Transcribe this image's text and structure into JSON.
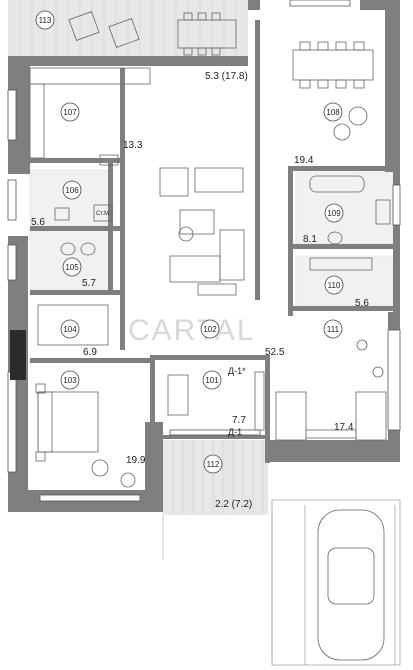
{
  "watermark": "CARTAL",
  "rooms": [
    {
      "id": "r113",
      "number": "113",
      "area": "5.3 (17.8)"
    },
    {
      "id": "r107",
      "number": "107",
      "area": "13.3"
    },
    {
      "id": "r108",
      "number": "108",
      "area": "19.4"
    },
    {
      "id": "r106",
      "number": "106",
      "area": "5.6"
    },
    {
      "id": "r105",
      "number": "105",
      "area": "5.7"
    },
    {
      "id": "r109",
      "number": "109",
      "area": "8.1"
    },
    {
      "id": "r110",
      "number": "110",
      "area": "5.6"
    },
    {
      "id": "r104",
      "number": "104",
      "area": "6.9"
    },
    {
      "id": "r102",
      "number": "102",
      "area": "52.5"
    },
    {
      "id": "r111",
      "number": "111",
      "area": "17.4"
    },
    {
      "id": "r103",
      "number": "103",
      "area": "19.9"
    },
    {
      "id": "r101",
      "number": "101",
      "area": "7.7"
    },
    {
      "id": "r112",
      "number": "112",
      "area": "2.2 (7.2)"
    }
  ],
  "labels": {
    "washer": "Ст.М.",
    "door_d1_top": "Д-1*",
    "door_d1_bottom": "Д-1"
  },
  "colors": {
    "wall": "#7f7f7f",
    "terrace": "#e7e7e7",
    "window": "#c9d8ea",
    "tile": "#f1f1f1"
  }
}
